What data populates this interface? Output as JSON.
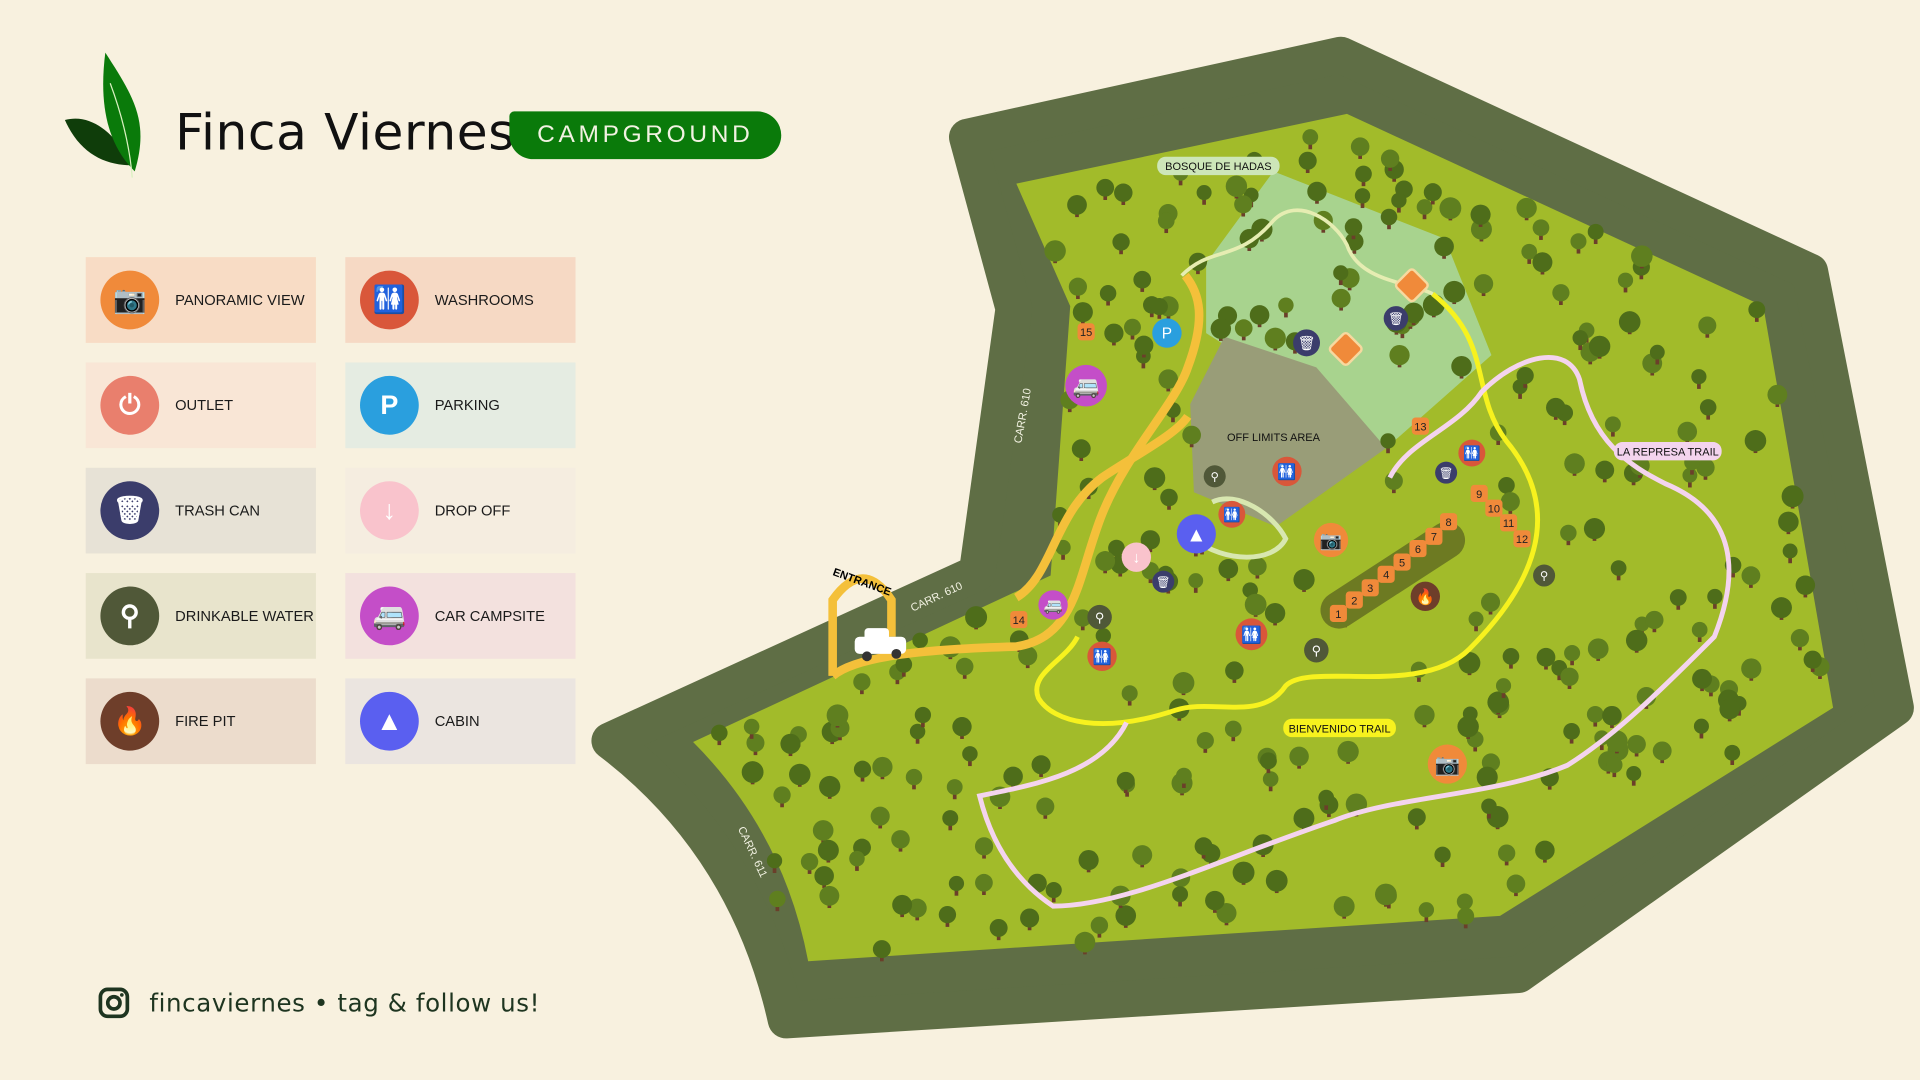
{
  "header": {
    "title": "Finca Viernes",
    "badge": "CAMPGROUND"
  },
  "legend": [
    {
      "label": "PANORAMIC VIEW",
      "icon": "camera-icon",
      "color": "#f08a3a",
      "bg": "#f8dcc5",
      "glyph": "📷"
    },
    {
      "label": "WASHROOMS",
      "icon": "washroom-icon",
      "color": "#d9573a",
      "bg": "#f6d9c4",
      "glyph": "🚻"
    },
    {
      "label": "OUTLET",
      "icon": "outlet-icon",
      "color": "#e97f6d",
      "bg": "#f9e6d6",
      "glyph": "⏻"
    },
    {
      "label": "PARKING",
      "icon": "parking-icon",
      "color": "#2a9fde",
      "bg": "#e5ece2",
      "glyph": "P"
    },
    {
      "label": "TRASH CAN",
      "icon": "trash-icon",
      "color": "#3b3d6b",
      "bg": "#e7e2d6",
      "glyph": "🗑"
    },
    {
      "label": "DROP OFF",
      "icon": "drop-off-icon",
      "color": "#f9c3cc",
      "bg": "#f5ede0",
      "glyph": "↓"
    },
    {
      "label": "DRINKABLE WATER",
      "icon": "water-tap-icon",
      "color": "#505838",
      "bg": "#e8e4cc",
      "glyph": "⚲"
    },
    {
      "label": "CAR CAMPSITE",
      "icon": "camper-van-icon",
      "color": "#c44ec8",
      "bg": "#f3e1de",
      "glyph": "🚐"
    },
    {
      "label": "FIRE PIT",
      "icon": "fire-icon",
      "color": "#6e3e2a",
      "bg": "#ecdccc",
      "glyph": "🔥"
    },
    {
      "label": "CABIN",
      "icon": "cabin-icon",
      "color": "#5a5ff0",
      "bg": "#ebe5e0",
      "glyph": "▲"
    }
  ],
  "map": {
    "labels": {
      "bosque": "BOSQUE DE HADAS",
      "offlimits": "OFF LIMITS AREA",
      "represa": "LA REPRESA TRAIL",
      "bienvenido": "BIENVENIDO TRAIL",
      "entrance": "ENTRANCE",
      "carr610a": "CARR. 610",
      "carr610b": "CARR. 610",
      "carr611": "CARR. 611"
    },
    "sites": [
      "1",
      "2",
      "3",
      "4",
      "5",
      "6",
      "7",
      "8",
      "9",
      "10",
      "11",
      "12",
      "13",
      "14",
      "15"
    ]
  },
  "footer": {
    "handle": "fincaviernes • tag & follow us!"
  }
}
